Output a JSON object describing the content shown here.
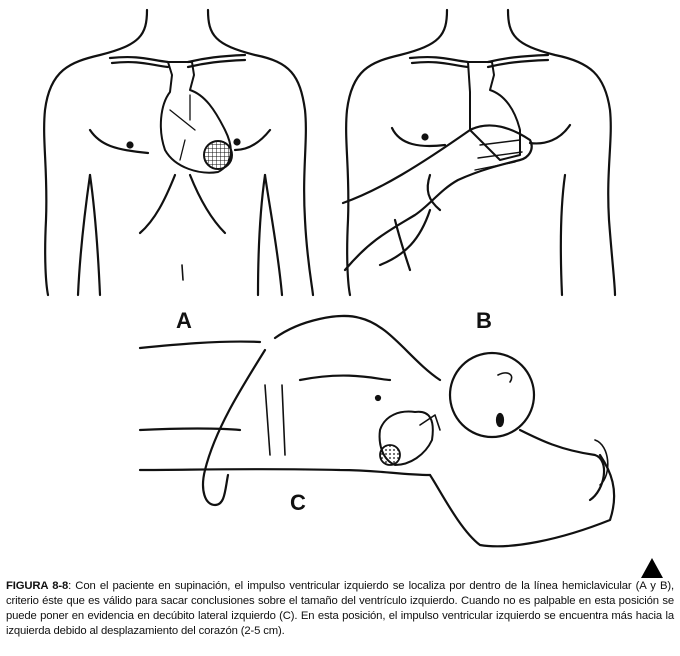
{
  "figure": {
    "panels": [
      {
        "id": "A",
        "label": "A",
        "description": "Supine torso, frontal view, heart with hatched ventricular impulse area"
      },
      {
        "id": "B",
        "label": "B",
        "description": "Supine torso, examiner's hand palpating the apical impulse"
      },
      {
        "id": "C",
        "label": "C",
        "description": "Patient in left lateral decubitus position, heart with apical impulse area"
      }
    ],
    "icons": {
      "next_arrow": "triangle-up-icon"
    }
  },
  "caption": {
    "figure_number": "FIGURA 8-8",
    "text": ": Con el paciente en supinación, el impulso ventricular izquierdo se localiza por dentro de la línea hemiclavicular (A y B), criterio éste que es válido para sacar conclusiones sobre el tamaño del ventrículo izquierdo. Cuando no es palpable en esta posición se puede poner en evidencia en decúbito lateral izquierdo (C). En esta posición, el impulso ventricular izquierdo se encuentra más hacia la izquierda debido al desplazamiento del corazón (2-5 cm)."
  }
}
